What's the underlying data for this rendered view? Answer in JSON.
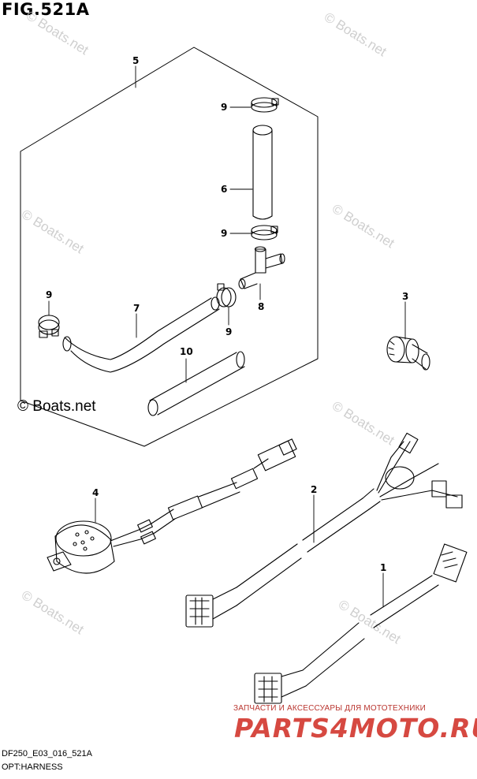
{
  "figure": {
    "title": "FIG.521A",
    "model_code": "DF250_E03_016_521A",
    "section_title": "OPT:HARNESS"
  },
  "copyright": "© Boats.net",
  "watermark_text": "© Boats.net",
  "promo": {
    "tagline": "ЗАПЧАСТИ И АКСЕССУАРЫ ДЛЯ МОТОТЕХНИКИ",
    "logo": "PARTS4MOTO.RU"
  },
  "callouts": [
    "1",
    "2",
    "3",
    "4",
    "5",
    "6",
    "7",
    "8",
    "9",
    "10"
  ],
  "colors": {
    "line": "#000000",
    "watermark": "#cfcfcf",
    "promo": "#d64941"
  }
}
